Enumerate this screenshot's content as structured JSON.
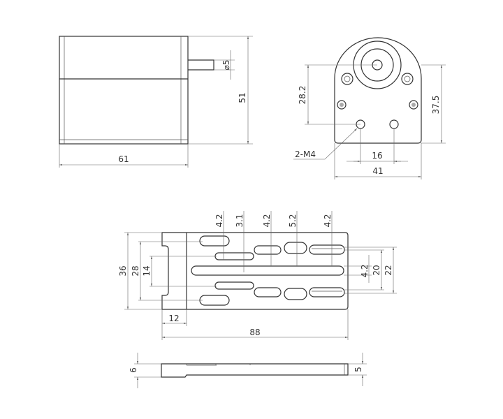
{
  "side_view": {
    "width": "61",
    "height": "51",
    "shaft_diameter": "⌀5"
  },
  "front_view": {
    "hole_height": "28.2",
    "height": "37.5",
    "hole_spacing": "16",
    "width": "41",
    "hole_callout": "2-M4"
  },
  "bracket_top": {
    "overall_height": "36",
    "outer_slot_span": "28",
    "notch_height": "14",
    "notch_depth": "12",
    "length": "88",
    "slot_widths": [
      "4.2",
      "3.1",
      "4.2",
      "5.2",
      "4.2"
    ],
    "right_dims": [
      "4.2",
      "20",
      "22"
    ]
  },
  "bracket_side": {
    "thickness_left": "6",
    "thickness_right": "5"
  }
}
